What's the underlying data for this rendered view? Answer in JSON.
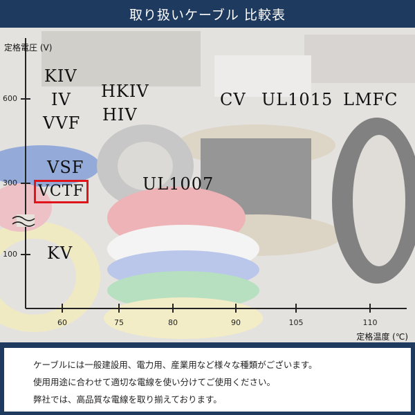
{
  "header": {
    "title": "取り扱いケーブル 比較表"
  },
  "chart": {
    "ylabel": "定格電圧 (V)",
    "xlabel": "定格温度 (℃)",
    "yticks": [
      "600",
      "300",
      "100"
    ],
    "xticks": [
      "60",
      "75",
      "80",
      "90",
      "105",
      "110"
    ],
    "cables": [
      "KIV",
      "IV",
      "VVF",
      "HKIV",
      "HIV",
      "CV",
      "UL1015",
      "LMFC",
      "VSF",
      "VCTF",
      "UL1007",
      "KV"
    ],
    "highlighted": "VCTF",
    "highlight_color": "#e0141b"
  },
  "footer": {
    "lines": [
      "ケーブルには一般建設用、電力用、産業用など様々な種類がございます。",
      "使用用途に合わせて適切な電線を使い分けてご使用ください。",
      "弊社では、高品質な電線を取り揃えております。"
    ]
  }
}
